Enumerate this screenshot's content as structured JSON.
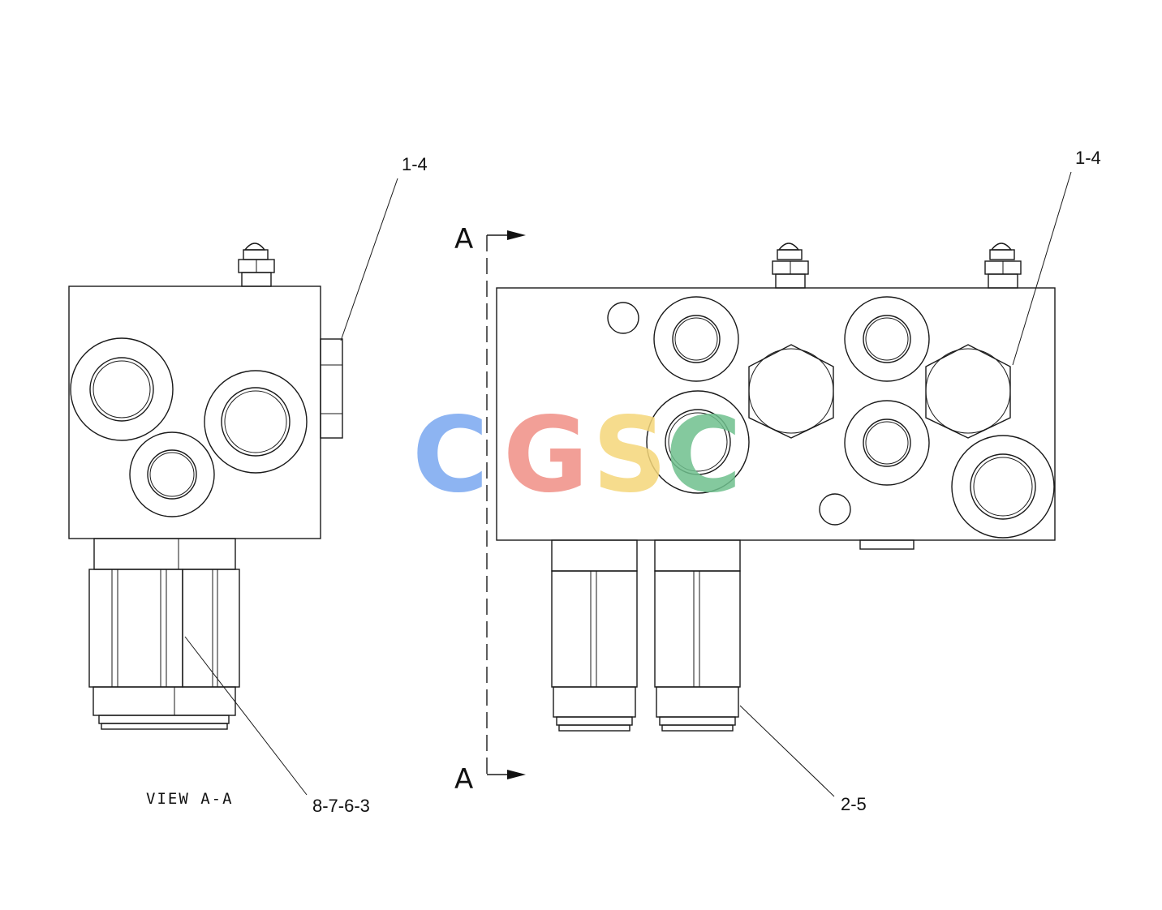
{
  "callouts": {
    "left_top": "1-4",
    "right_top": "1-4",
    "left_bottom": "8-7-6-3",
    "right_bottom": "2-5"
  },
  "view_label": "VIEW A-A",
  "section_marks": {
    "top": "A",
    "bottom": "A"
  },
  "watermark": {
    "letters": [
      "C",
      "G",
      "S",
      "C"
    ],
    "colors": [
      "#7aa7f0",
      "#f08f86",
      "#f5d77a",
      "#6fc08e"
    ]
  }
}
